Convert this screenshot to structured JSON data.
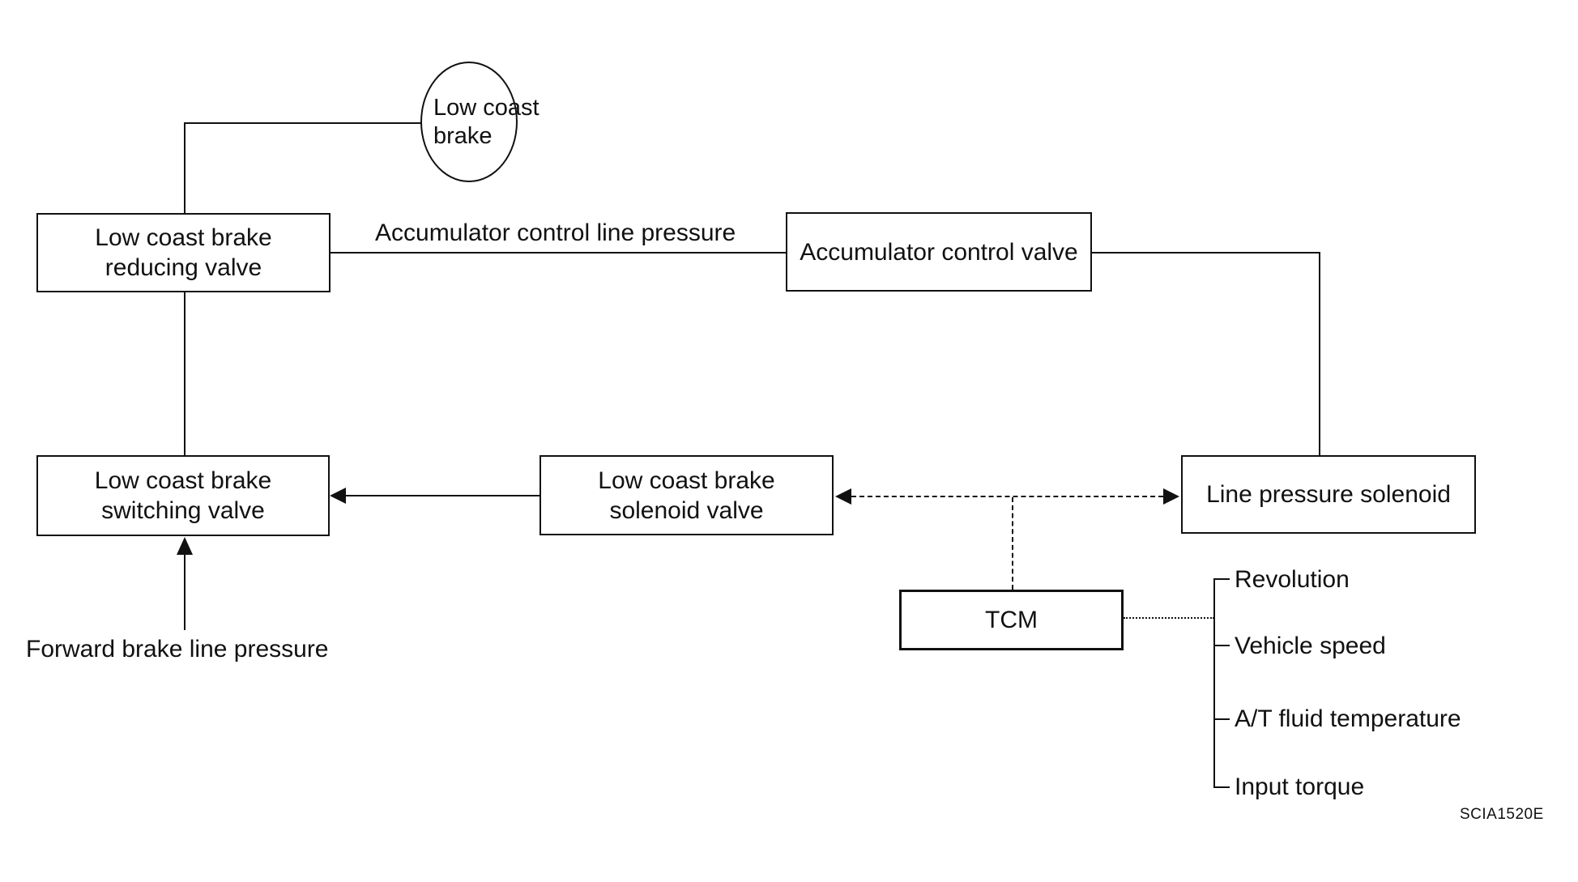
{
  "figure": {
    "background": "#ffffff",
    "line_color": "#111111",
    "reference_code": "SCIA1520E"
  },
  "nodes": {
    "low_coast_brake": {
      "shape": "circle",
      "line1": "Low coast",
      "line2": "brake"
    },
    "reducing_valve": {
      "shape": "box",
      "line1": "Low coast brake",
      "line2": "reducing valve"
    },
    "accumulator_control_valve": {
      "shape": "box",
      "label": "Accumulator control valve"
    },
    "switching_valve": {
      "shape": "box",
      "line1": "Low coast brake",
      "line2": "switching valve"
    },
    "solenoid_valve": {
      "shape": "box",
      "line1": "Low coast brake",
      "line2": "solenoid valve"
    },
    "line_pressure_solenoid": {
      "shape": "box",
      "label": "Line pressure solenoid"
    },
    "tcm": {
      "shape": "box",
      "label": "TCM"
    }
  },
  "edge_labels": {
    "accumulator_line": "Accumulator control line pressure",
    "forward_brake": "Forward brake line pressure"
  },
  "tcm_inputs": [
    "Revolution",
    "Vehicle speed",
    "A/T fluid temperature",
    "Input torque"
  ]
}
